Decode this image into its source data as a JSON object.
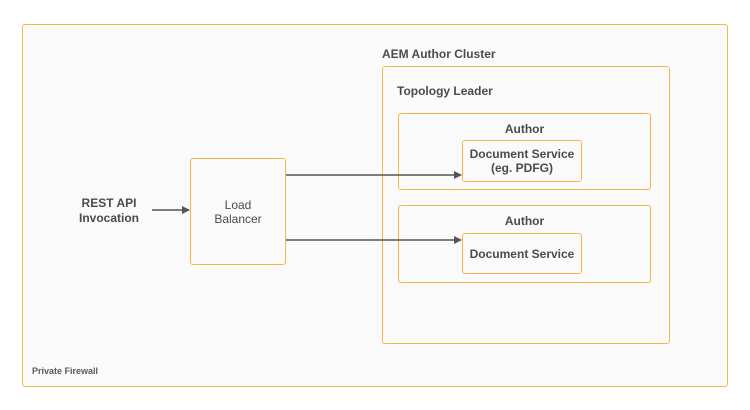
{
  "diagram": {
    "firewall_label": "Private Firewall",
    "cluster_title": "AEM Author Cluster",
    "leader_title": "Topology Leader",
    "rest_api": {
      "line1": "REST API",
      "line2": "Invocation"
    },
    "load_balancer": {
      "line1": "Load",
      "line2": "Balancer"
    },
    "author1": {
      "title": "Author",
      "service_line1": "Document Service",
      "service_line2": "(eg. PDFG)"
    },
    "author2": {
      "title": "Author",
      "service_line1": "Document Service"
    }
  },
  "colors": {
    "border": "#f3b84a",
    "box_fill": "#fafafa",
    "text": "#4b4b4b",
    "arrow": "#555555"
  }
}
